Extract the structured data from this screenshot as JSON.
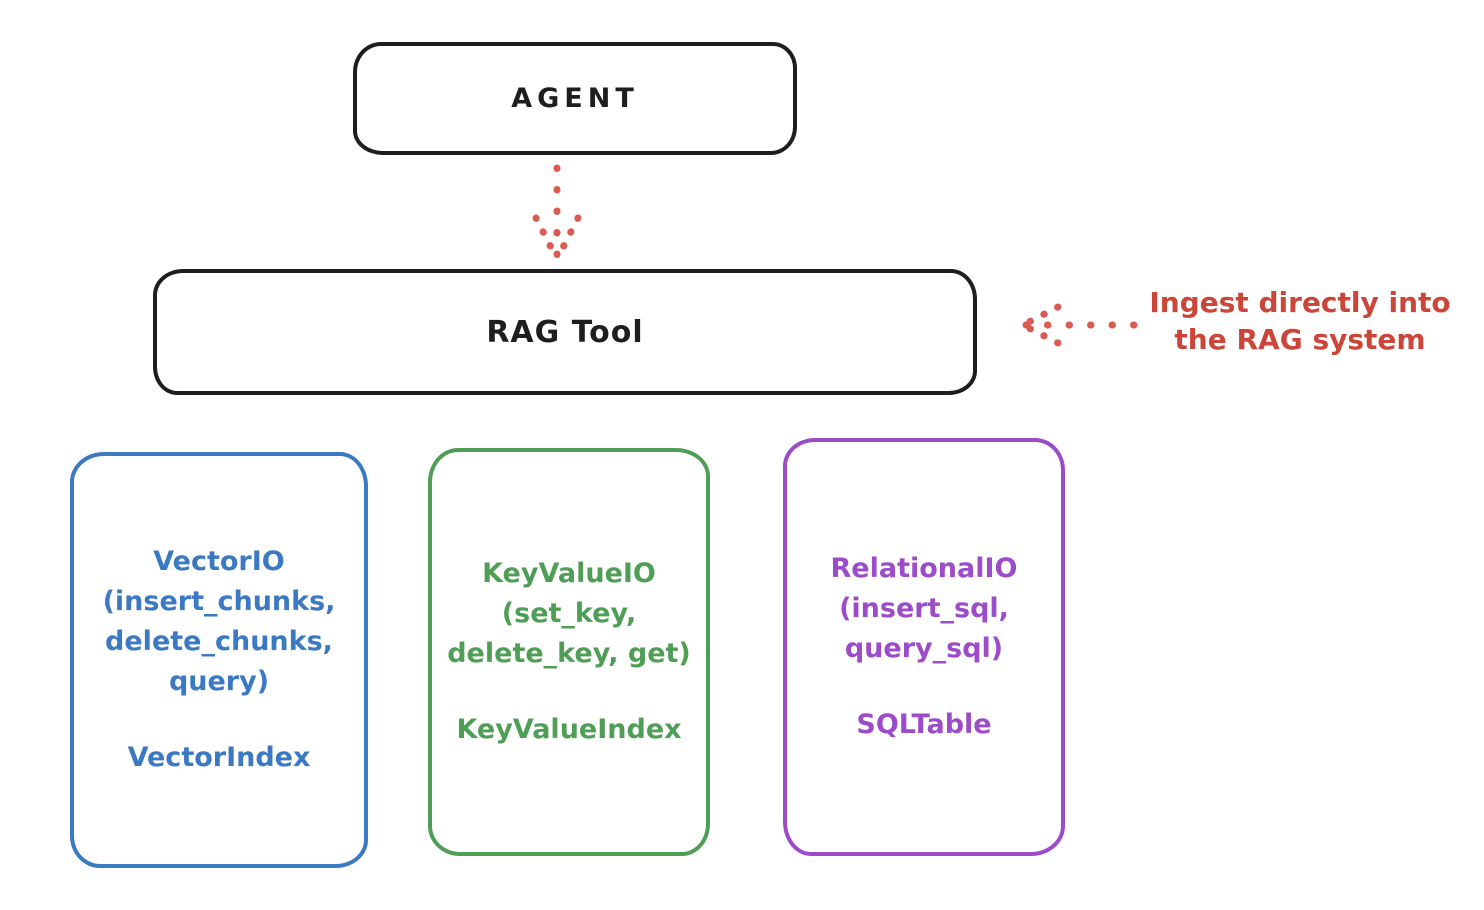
{
  "agent": {
    "label": "AGENT"
  },
  "rag_tool": {
    "label": "RAG Tool"
  },
  "annotation": {
    "line1": "Ingest directly into",
    "line2": "the RAG system",
    "color": "#cb4539"
  },
  "arrows": [
    {
      "name": "agent-to-rag-tool",
      "style": "dotted",
      "direction": "down",
      "color": "#d95b52"
    },
    {
      "name": "annotation-to-rag-tool",
      "style": "dotted",
      "direction": "left",
      "color": "#d95b52"
    }
  ],
  "io_boxes": [
    {
      "name": "vector-io",
      "color": "#3b79c2",
      "lines": [
        "VectorIO",
        "(insert_chunks,",
        "delete_chunks,",
        "query)"
      ],
      "index_label": "VectorIndex"
    },
    {
      "name": "keyvalue-io",
      "color": "#4f9e55",
      "lines": [
        "KeyValueIO",
        "(set_key,",
        "delete_key, get)"
      ],
      "index_label": "KeyValueIndex"
    },
    {
      "name": "relational-io",
      "color": "#9c4bc9",
      "lines": [
        "RelationalIO",
        "(insert_sql,",
        "query_sql)"
      ],
      "index_label": "SQLTable"
    }
  ],
  "colors": {
    "stroke_black": "#1e1e1e",
    "red": "#cb4539",
    "blue": "#3b79c2",
    "green": "#4f9e55",
    "purple": "#9c4bc9"
  }
}
